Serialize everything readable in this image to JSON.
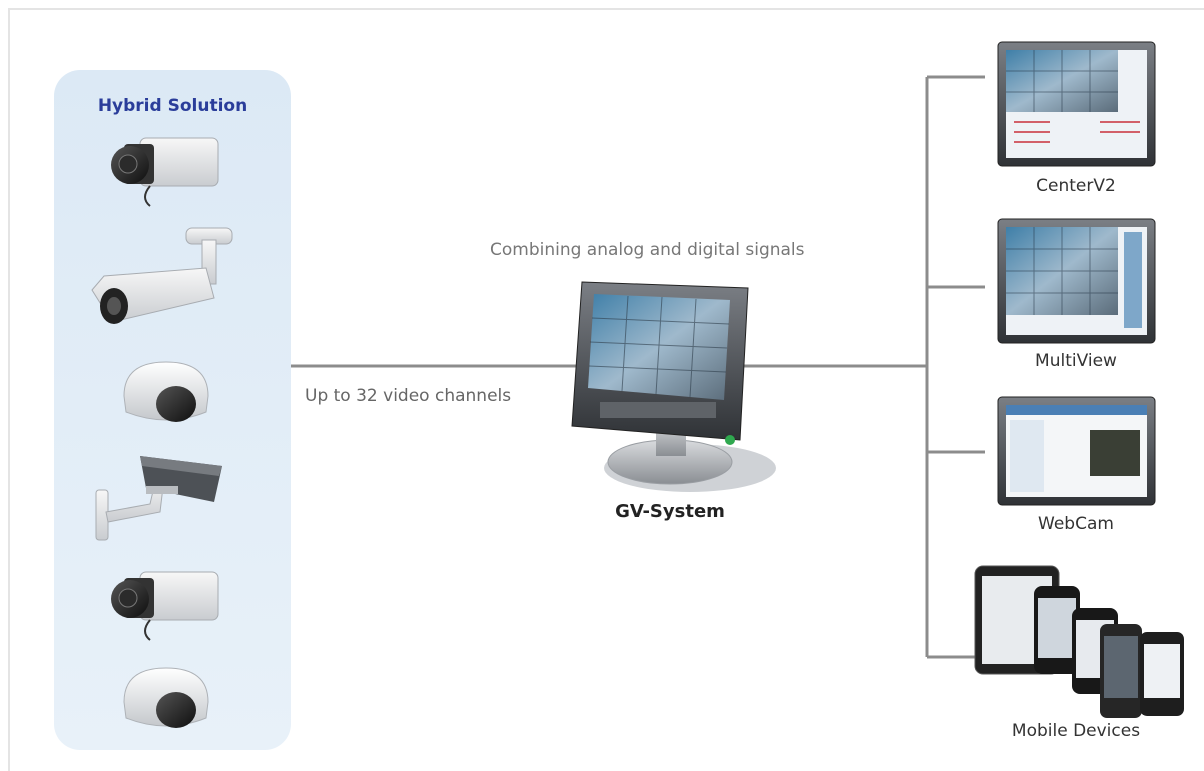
{
  "hybrid_panel": {
    "title": "Hybrid Solution"
  },
  "links": {
    "channels": "Up to 32 video channels",
    "combining": "Combining analog and digital signals"
  },
  "center": {
    "label": "GV-System"
  },
  "outputs": [
    {
      "label": "CenterV2"
    },
    {
      "label": "MultiView"
    },
    {
      "label": "WebCam"
    },
    {
      "label": "Mobile Devices"
    }
  ],
  "colors": {
    "panel": "#dce9f5",
    "title": "#2a3d9a",
    "connector": "#8c8c8c"
  }
}
